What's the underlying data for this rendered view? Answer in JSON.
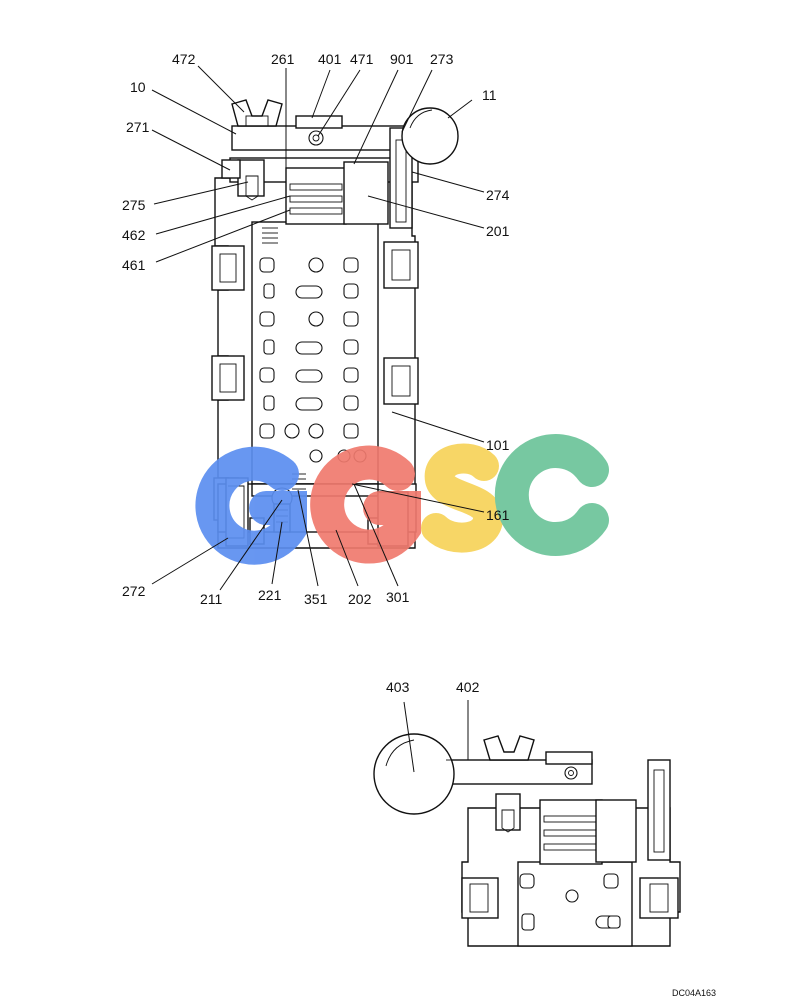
{
  "drawing_code": "DC04A163",
  "watermark": {
    "letters": "GGSC",
    "colors": [
      "#5b8ef0",
      "#f07a6e",
      "#f7d35a",
      "#6cc49a"
    ]
  },
  "labels": {
    "l472": "472",
    "l261": "261",
    "l401": "401",
    "l471": "471",
    "l901": "901",
    "l273": "273",
    "l10": "10",
    "l11": "11",
    "l271": "271",
    "l274": "274",
    "l275": "275",
    "l201": "201",
    "l462": "462",
    "l461": "461",
    "l101": "101",
    "l161": "161",
    "l272": "272",
    "l211": "211",
    "l221": "221",
    "l351": "351",
    "l202": "202",
    "l301": "301",
    "l403": "403",
    "l402": "402"
  }
}
